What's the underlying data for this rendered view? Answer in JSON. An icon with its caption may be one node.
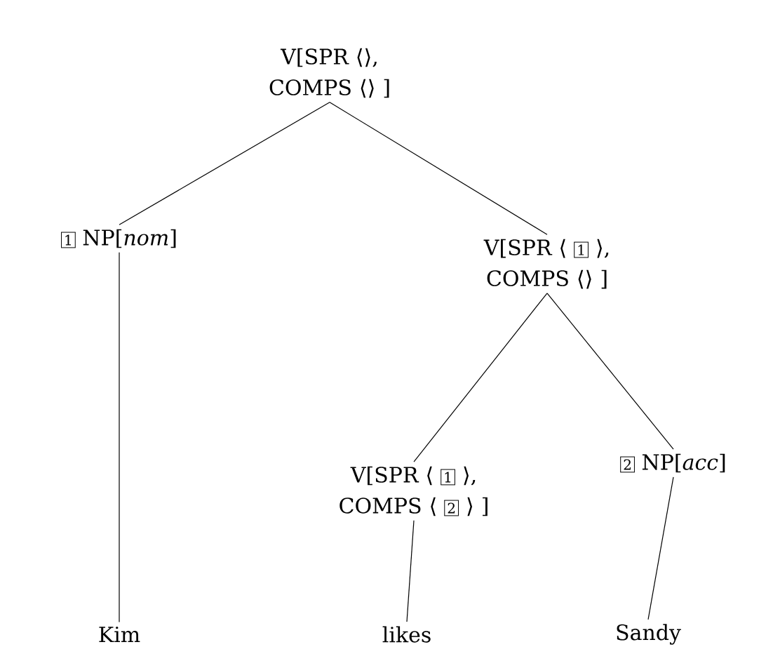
{
  "diagram": {
    "nodes": [
      {
        "text": [
          "V[SPR ⟨⟩, COMPS ⟨⟩ ]"
        ]
      },
      {
        "text": [
          "1",
          "NP[*nom*]"
        ]
      },
      {
        "text": [
          "V[SPR ⟨",
          "1",
          "⟩,",
          "COMPS ⟨⟩ ]"
        ]
      },
      {
        "text": [
          "V[SPR ⟨",
          "1",
          "⟩,",
          "COMPS ⟨",
          "2",
          "⟩ ]"
        ]
      },
      {
        "text": [
          "2",
          "NP[*acc*]"
        ]
      },
      {
        "text": [
          "Kim"
        ]
      },
      {
        "text": [
          "likes"
        ]
      },
      {
        "text": [
          "Sandy"
        ]
      }
    ],
    "edges": [
      {
        "from": 0,
        "to": 1,
        "arrow": "none"
      },
      {
        "from": 0,
        "to": 2,
        "arrow": "none"
      },
      {
        "from": 1,
        "to": 5,
        "arrow": "none"
      },
      {
        "from": 2,
        "to": 3,
        "arrow": "none"
      },
      {
        "from": 2,
        "to": 4,
        "arrow": "none"
      },
      {
        "from": 3,
        "to": 6,
        "arrow": "none"
      },
      {
        "from": 4,
        "to": 7,
        "arrow": "none"
      }
    ]
  }
}
